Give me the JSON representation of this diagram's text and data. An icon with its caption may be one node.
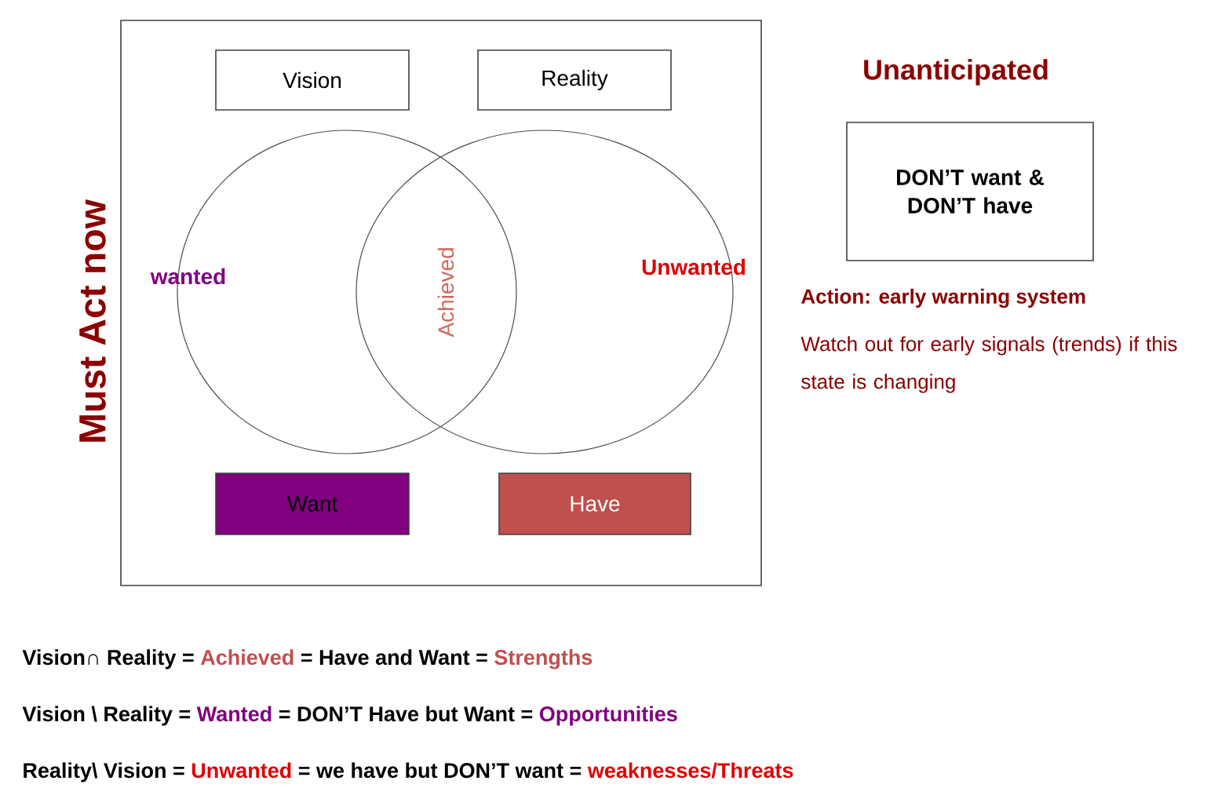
{
  "diagram": {
    "nodes": [
      {
        "text": [
          "Must Act now"
        ]
      },
      {
        "text": [
          "Vision"
        ],
        "in": 0
      },
      {
        "text": [
          "Reality"
        ],
        "in": 0
      },
      {
        "text": [
          "wanted"
        ],
        "in": 0
      },
      {
        "text": [
          "Unwanted"
        ],
        "in": 0
      },
      {
        "text": [
          "Want"
        ],
        "in": 0
      },
      {
        "text": [
          "Have"
        ],
        "in": 0
      },
      {
        "text": [
          "Unanticipated",
          "DON’T want & DON’T have"
        ],
        "beside": [
          "Action: early warning system",
          "Watch out for early signals (trends) if this state is changing"
        ]
      }
    ],
    "labels": [
      "Achieved",
      "Vision∩ Reality =",
      "Achieved",
      "= Have and Want =",
      "Strengths",
      "Vision \\ Reality =",
      "Wanted",
      "= DON’T Have but Want =",
      "Opportunities",
      "Reality\\ Vision =",
      "Unwanted",
      "= we have but DON’T want =",
      "weaknesses/Threats"
    ]
  }
}
